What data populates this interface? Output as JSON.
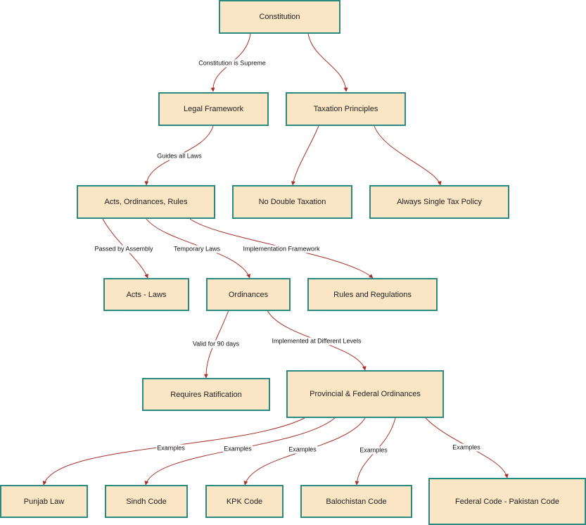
{
  "nodes": {
    "constitution": "Constitution",
    "legal_framework": "Legal Framework",
    "taxation_principles": "Taxation Principles",
    "acts_ordinances_rules": "Acts, Ordinances, Rules",
    "no_double_taxation": "No Double Taxation",
    "single_tax_policy": "Always Single Tax Policy",
    "acts_laws": "Acts - Laws",
    "ordinances": "Ordinances",
    "rules_regulations": "Rules and Regulations",
    "requires_ratification": "Requires Ratification",
    "prov_fed_ordinances": "Provincial & Federal Ordinances",
    "punjab_law": "Punjab Law",
    "sindh_code": "Sindh Code",
    "kpk_code": "KPK Code",
    "balochistan_code": "Balochistan Code",
    "federal_code": "Federal Code - Pakistan Code"
  },
  "edge_labels": {
    "constitution_supreme": "Constitution is Supreme",
    "guides_laws": "Guides all Laws",
    "passed_by_assembly": "Passed by Assembly",
    "temporary_laws": "Temporary Laws",
    "implementation_framework": "Implementation Framework",
    "valid_90_days": "Valid for 90 days",
    "implemented_levels": "Implemented at Different Levels",
    "examples_punjab": "Examples",
    "examples_sindh": "Examples",
    "examples_kpk": "Examples",
    "examples_balochistan": "Examples",
    "examples_federal": "Examples"
  },
  "colors": {
    "node_fill": "#fae5c5",
    "node_border": "#2a8a80",
    "edge": "#a83228"
  }
}
